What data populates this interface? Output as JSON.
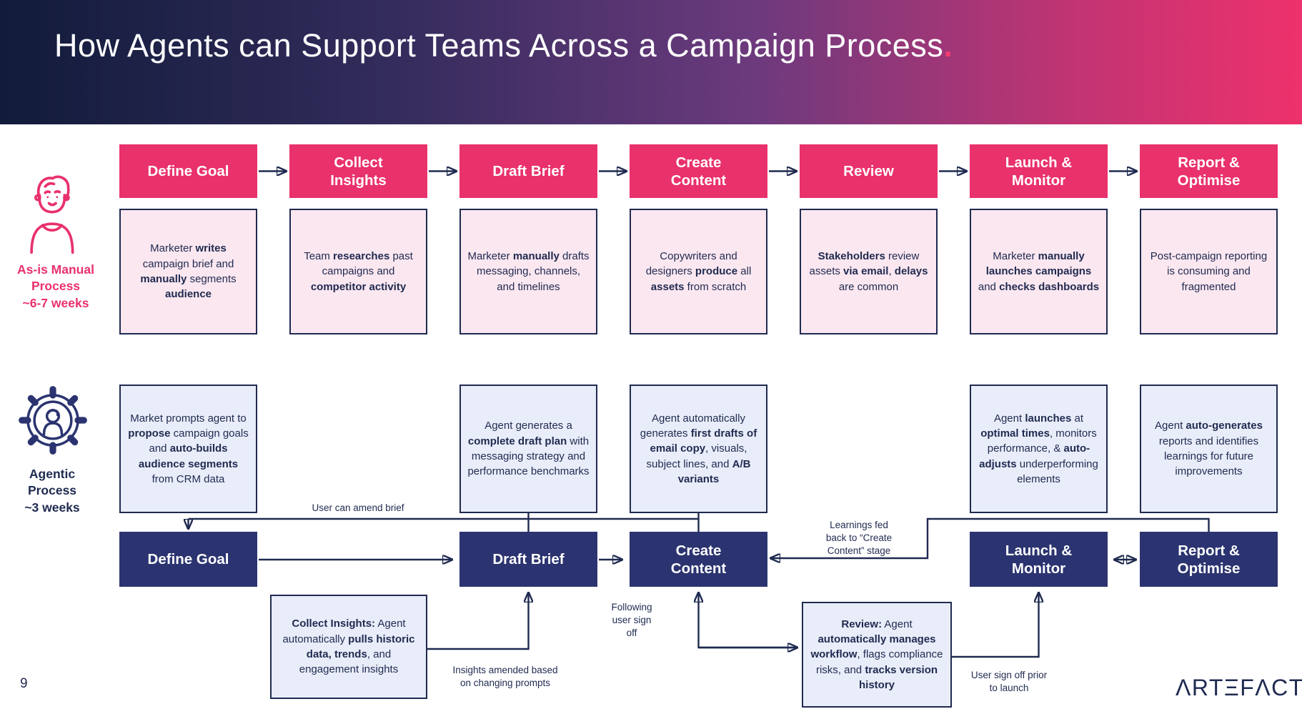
{
  "slide": {
    "title": "How Agents can Support Teams Across a Campaign Process",
    "title_period": ".",
    "page_number": "9",
    "logo_text": "ΛRTΞFΛCT"
  },
  "colors": {
    "accent_pink": "#E9316C",
    "ink_navy": "#1F2A50",
    "box_navy": "#2B3470",
    "manual_fill": "#FBE7F0",
    "agentic_fill": "#E9EDF9"
  },
  "manual_track": {
    "icon": "person-icon",
    "label": "As-is Manual\nProcess\n~6-7 weeks",
    "stage_labels": [
      "Define Goal",
      "Collect\nInsights",
      "Draft Brief",
      "Create\nContent",
      "Review",
      "Launch &\nMonitor",
      "Report &\nOptimise"
    ],
    "descriptions": [
      [
        {
          "t": "Marketer ",
          "b": false
        },
        {
          "t": "writes",
          "b": true
        },
        {
          "t": " campaign brief and ",
          "b": false
        },
        {
          "t": "manually",
          "b": true
        },
        {
          "t": " segments ",
          "b": false
        },
        {
          "t": "audience",
          "b": true
        }
      ],
      [
        {
          "t": "Team ",
          "b": false
        },
        {
          "t": "researches",
          "b": true
        },
        {
          "t": " past campaigns and ",
          "b": false
        },
        {
          "t": "competitor activity",
          "b": true
        }
      ],
      [
        {
          "t": "Marketer ",
          "b": false
        },
        {
          "t": "manually",
          "b": true
        },
        {
          "t": " drafts messaging, channels, and timelines",
          "b": false
        }
      ],
      [
        {
          "t": "Copywriters and designers ",
          "b": false
        },
        {
          "t": "produce",
          "b": true
        },
        {
          "t": " all ",
          "b": false
        },
        {
          "t": "assets",
          "b": true
        },
        {
          "t": " from scratch",
          "b": false
        }
      ],
      [
        {
          "t": "Stakeholders",
          "b": true
        },
        {
          "t": " review assets ",
          "b": false
        },
        {
          "t": "via email",
          "b": true
        },
        {
          "t": ", ",
          "b": false
        },
        {
          "t": "delays",
          "b": true
        },
        {
          "t": " are common",
          "b": false
        }
      ],
      [
        {
          "t": "Marketer ",
          "b": false
        },
        {
          "t": "manually launches campaigns",
          "b": true
        },
        {
          "t": " and ",
          "b": false
        },
        {
          "t": "checks dashboards",
          "b": true
        }
      ],
      [
        {
          "t": "Post-campaign reporting is consuming and fragmented",
          "b": false
        }
      ]
    ]
  },
  "agentic_track": {
    "icon": "person-gear-icon",
    "label": "Agentic\nProcess\n~3 weeks",
    "stage_labels": [
      "Define Goal",
      "Draft Brief",
      "Create\nContent",
      "Launch &\nMonitor",
      "Report &\nOptimise"
    ],
    "descriptions": [
      [
        {
          "t": "Market prompts agent to ",
          "b": false
        },
        {
          "t": "propose",
          "b": true
        },
        {
          "t": " campaign goals and ",
          "b": false
        },
        {
          "t": "auto-builds audience segments",
          "b": true
        },
        {
          "t": " from CRM data",
          "b": false
        }
      ],
      [
        {
          "t": "Agent generates a ",
          "b": false
        },
        {
          "t": "complete draft plan",
          "b": true
        },
        {
          "t": " with messaging strategy and performance benchmarks",
          "b": false
        }
      ],
      [
        {
          "t": "Agent automatically generates ",
          "b": false
        },
        {
          "t": "first drafts of email copy",
          "b": true
        },
        {
          "t": ", visuals, subject lines, and ",
          "b": false
        },
        {
          "t": "A/B variants",
          "b": true
        }
      ],
      [
        {
          "t": "Agent ",
          "b": false
        },
        {
          "t": "launches",
          "b": true
        },
        {
          "t": " at ",
          "b": false
        },
        {
          "t": "optimal times",
          "b": true
        },
        {
          "t": ", monitors performance, & ",
          "b": false
        },
        {
          "t": "auto-adjusts",
          "b": true
        },
        {
          "t": " underperforming elements",
          "b": false
        }
      ],
      [
        {
          "t": "Agent ",
          "b": false
        },
        {
          "t": "auto-generates",
          "b": true
        },
        {
          "t": " reports and identifies learnings for future improvements",
          "b": false
        }
      ]
    ],
    "offset_boxes": {
      "collect_insights": [
        {
          "t": "Collect Insights:",
          "b": true
        },
        {
          "t": " Agent automatically ",
          "b": false
        },
        {
          "t": "pulls historic data, trends",
          "b": true
        },
        {
          "t": ", and engagement insights",
          "b": false
        }
      ],
      "review": [
        {
          "t": "Review:",
          "b": true
        },
        {
          "t": " Agent ",
          "b": false
        },
        {
          "t": "automatically manages workflow",
          "b": true
        },
        {
          "t": ", flags compliance risks, and ",
          "b": false
        },
        {
          "t": "tracks version history",
          "b": true
        }
      ]
    },
    "annotations": {
      "amend": "User can amend brief",
      "insights": "Insights amended based\non changing prompts",
      "following": "Following\nuser sign\noff",
      "learnings": "Learnings fed\nback to “Create\nContent” stage",
      "prior": "User sign off prior\nto launch"
    }
  }
}
